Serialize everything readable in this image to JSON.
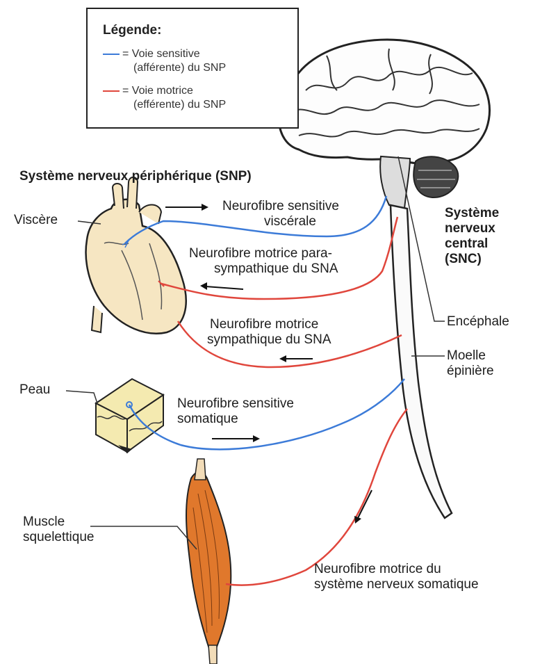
{
  "legend": {
    "title": "Légende:",
    "items": [
      {
        "symbol": "= ",
        "line1": "Voie sensitive",
        "line2": "(afférente) du SNP",
        "color": "#3c7bd8"
      },
      {
        "symbol": "= ",
        "line1": "Voie motrice",
        "line2": "(efférente) du SNP",
        "color": "#e0463c"
      }
    ]
  },
  "headings": {
    "snp": "Système nerveux périphérique (SNP)",
    "snc_line1": "Système",
    "snc_line2": "nerveux",
    "snc_line3": "central",
    "snc_line4": "(SNC)"
  },
  "organs": {
    "viscere": "Viscère",
    "peau": "Peau",
    "muscle_line1": "Muscle",
    "muscle_line2": "squelettique",
    "encephale": "Encéphale",
    "moelle_line1": "Moelle",
    "moelle_line2": "épinière"
  },
  "fibers": {
    "sensitive_viscerale_line1": "Neurofibre sensitive",
    "sensitive_viscerale_line2": "viscérale",
    "para_line1": "Neurofibre motrice para-",
    "para_line2": "sympathique du SNA",
    "sympa_line1": "Neurofibre motrice",
    "sympa_line2": "sympathique du SNA",
    "somatique_sens_line1": "Neurofibre sensitive",
    "somatique_sens_line2": "somatique",
    "somatique_mot_line1": "Neurofibre motrice du",
    "somatique_mot_line2": "système nerveux somatique"
  },
  "colors": {
    "sensory": "#3c7bd8",
    "motor": "#e0463c",
    "heart": "#f6e6c2",
    "muscle": "#e0782c",
    "brain": "#ffffff"
  }
}
